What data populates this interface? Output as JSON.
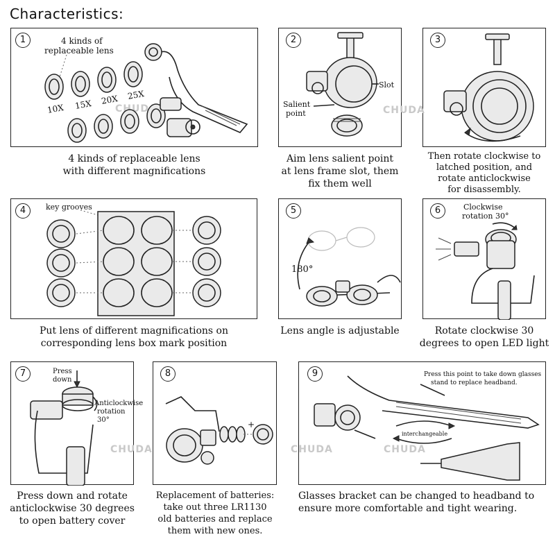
{
  "title": "Characteristics:",
  "watermark": "CHUDA",
  "panels": [
    {
      "num": "1",
      "caption_1": "4 kinds of replaceable lens",
      "caption_2": "with different magnifications",
      "label_main_1": "4 kinds of",
      "label_main_2": "replaceable lens",
      "mags": [
        "10X",
        "15X",
        "20X",
        "25X"
      ]
    },
    {
      "num": "2",
      "caption_1": "Aim lens salient point",
      "caption_2": "at lens frame slot, them",
      "caption_3": "fix them well",
      "label_slot": "Slot",
      "label_salient_1": "Salient",
      "label_salient_2": "point"
    },
    {
      "num": "3",
      "caption_1": "Then rotate clockwise to",
      "caption_2": "latched position, and",
      "caption_3": "rotate anticlockwise",
      "caption_4": "for disassembly."
    },
    {
      "num": "4",
      "caption_1": "Put lens of different magnifications on",
      "caption_2": "corresponding lens box mark position",
      "label_grooves": "key grooves"
    },
    {
      "num": "5",
      "caption_1": "Lens angle is adjustable",
      "label_angle": "180°"
    },
    {
      "num": "6",
      "caption_1": "Rotate clockwise 30",
      "caption_2": "degrees to open LED light",
      "label_1": "Clockwise",
      "label_2": "rotation 30°"
    },
    {
      "num": "7",
      "caption_1": "Press down and rotate",
      "caption_2": "anticlockwise 30 degrees",
      "caption_3": "to open battery cover",
      "label_press_1": "Press",
      "label_press_2": "down",
      "label_anti_1": "Anticlockwise",
      "label_anti_2": "rotation 30°"
    },
    {
      "num": "8",
      "caption_1": "Replacement of batteries:",
      "caption_2": "take out three LR1130",
      "caption_3": "old batteries and replace",
      "caption_4": "them with new ones.",
      "label_plus": "+"
    },
    {
      "num": "9",
      "caption_1": "Glasses bracket can be changed to headband to",
      "caption_2": "ensure more comfortable and tight wearing.",
      "label_press_1": "Press this point to take down glasses",
      "label_press_2": "stand to replace headband.",
      "label_inter": "interchangeable"
    }
  ]
}
